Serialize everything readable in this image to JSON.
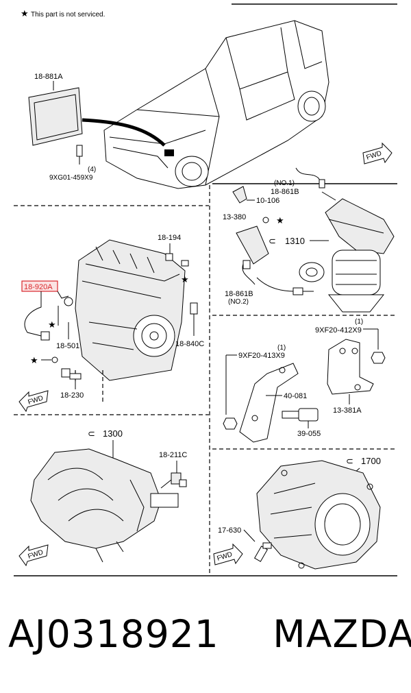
{
  "notice": {
    "star": "★",
    "text": "This part is not serviced."
  },
  "labels": {
    "ecu": "18-881A",
    "ecu_bolt": "9XG01-459X9",
    "ecu_bolt_qty": "(4)",
    "fwd": "FWD",
    "o2_no1_tag": "(NO.1)",
    "o2_no1": "18-861B",
    "clip": "10-106",
    "sensor_13380": "13-380",
    "cat_1310": "1310",
    "o2_no2": "18-861B",
    "o2_no2_tag": "(NO.2)",
    "sensor_18194": "18-194",
    "knock_sensor": "18-920A",
    "sensor_18501": "18-501",
    "sensor_18840c": "18-840C",
    "sensor_18230": "18-230",
    "bolt_9xf20_412_qty": "(1)",
    "bolt_9xf20_412": "9XF20-412X9",
    "bolt_9xf20_413_qty": "(1)",
    "bolt_9xf20_413": "9XF20-413X9",
    "bracket_40081": "40-081",
    "bracket_13381a": "13-381A",
    "bolt_39055": "39-055",
    "intake_1300": "1300",
    "sensor_18211c": "18-211C",
    "trans_1700": "1700",
    "sensor_17630": "17-630"
  },
  "caption": {
    "part_number": "AJ0318921",
    "brand": "MAZDA"
  },
  "colors": {
    "highlight": "#d9262b",
    "highlight_fill": "#fbe3e3"
  }
}
